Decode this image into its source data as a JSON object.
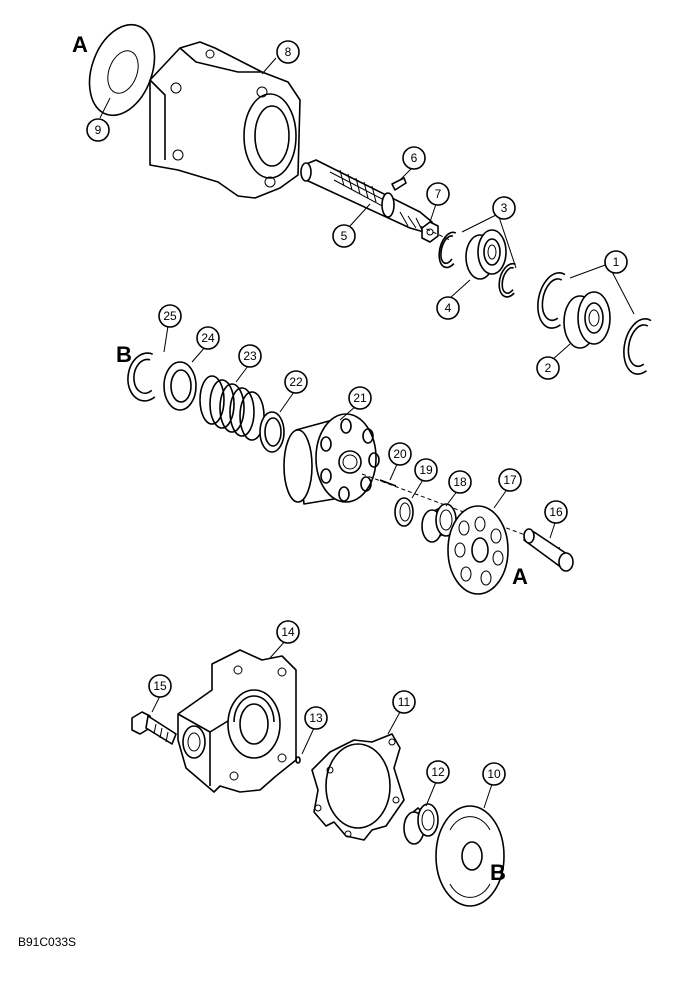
{
  "figure_code": "B91C033S",
  "ref_letters": [
    "A",
    "B",
    "A",
    "B"
  ],
  "callouts": [
    "1",
    "2",
    "3",
    "4",
    "5",
    "6",
    "7",
    "8",
    "9",
    "10",
    "11",
    "12",
    "13",
    "14",
    "15",
    "16",
    "17",
    "18",
    "19",
    "20",
    "21",
    "22",
    "23",
    "24",
    "25"
  ]
}
